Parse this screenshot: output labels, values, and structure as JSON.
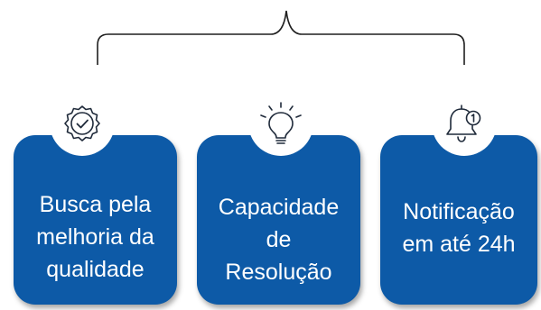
{
  "cards": [
    {
      "label": "Busca pela\nmelhoria da\nqualidade",
      "icon": "quality-badge-icon"
    },
    {
      "label": "Capacidade\nde\nResolução",
      "icon": "lightbulb-icon"
    },
    {
      "label": "Notificação\nem até 24h",
      "icon": "notification-bell-icon"
    }
  ],
  "colors": {
    "card": "#0d5aa7",
    "icon_stroke": "#1f2a3a",
    "brace": "#1f1f1f"
  }
}
